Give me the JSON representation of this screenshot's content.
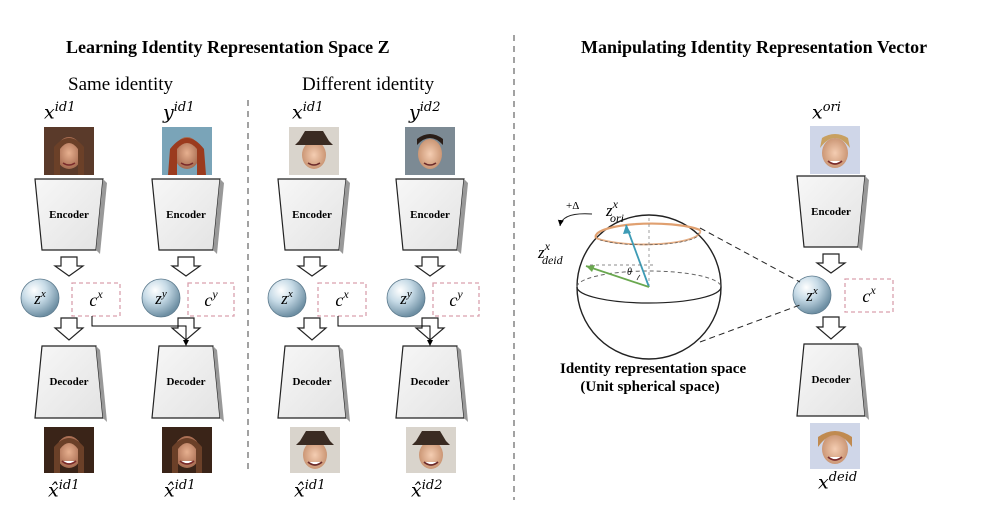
{
  "left_title": "Learning Identity Representation Space Z",
  "right_title": "Manipulating Identity Representation Vector",
  "same_identity": {
    "heading": "Same identity",
    "input_x": {
      "base": "x",
      "sup": "id1"
    },
    "input_y": {
      "base": "y",
      "sup": "id1"
    },
    "output_x": {
      "base": "x̂",
      "sup": "id1"
    },
    "output_y": {
      "base": "x̂",
      "sup": "id1"
    }
  },
  "different_identity": {
    "heading": "Different identity",
    "input_x": {
      "base": "x",
      "sup": "id1"
    },
    "input_y": {
      "base": "y",
      "sup": "id2"
    },
    "output_x": {
      "base": "x̂",
      "sup": "id1"
    },
    "output_y": {
      "base": "x̂",
      "sup": "id2"
    }
  },
  "manipulation": {
    "input": {
      "base": "x",
      "sup": "ori"
    },
    "output": {
      "base": "x",
      "sup": "deid"
    },
    "z_ori": {
      "base": "z",
      "sup": "x",
      "sub": "ori"
    },
    "z_deid": {
      "base": "z",
      "sup": "x",
      "sub": "deid"
    },
    "delta": "+Δ",
    "theta": "θ",
    "space_caption_line1": "Identity representation space",
    "space_caption_line2": "(Unit spherical space)"
  },
  "labels": {
    "encoder": "Encoder",
    "decoder": "Decoder",
    "zx": {
      "base": "z",
      "sup": "x"
    },
    "zy": {
      "base": "z",
      "sup": "y"
    },
    "cx": {
      "base": "c",
      "sup": "x"
    },
    "cy": {
      "base": "c",
      "sup": "y"
    }
  },
  "colors": {
    "box_fill": "#f2f2f2",
    "box_stroke": "#222222",
    "ball_fill": "#bcd4e2",
    "content_box_border": "#d9a0ae",
    "arc_orange": "#e0a070",
    "vec_blue": "#3d9bb5",
    "vec_green": "#6aa84f"
  }
}
